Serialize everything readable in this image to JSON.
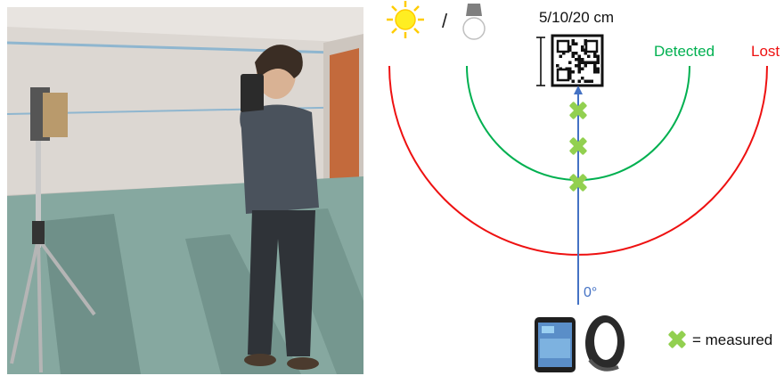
{
  "diagram": {
    "size_label": "5/10/20 cm",
    "separator": "/",
    "detected_label": "Detected",
    "lost_label": "Lost",
    "angle_label": "0°",
    "legend_text": "= measured",
    "colors": {
      "detected": "#00b050",
      "lost": "#ee1111",
      "axis": "#4472c4",
      "marker": "#92d050",
      "sun": "#ffee22"
    }
  },
  "icons": [
    "sun-icon",
    "light-bulb-icon",
    "qr-code-icon",
    "tablet-icon",
    "headset-icon",
    "cross-marker-icon"
  ]
}
